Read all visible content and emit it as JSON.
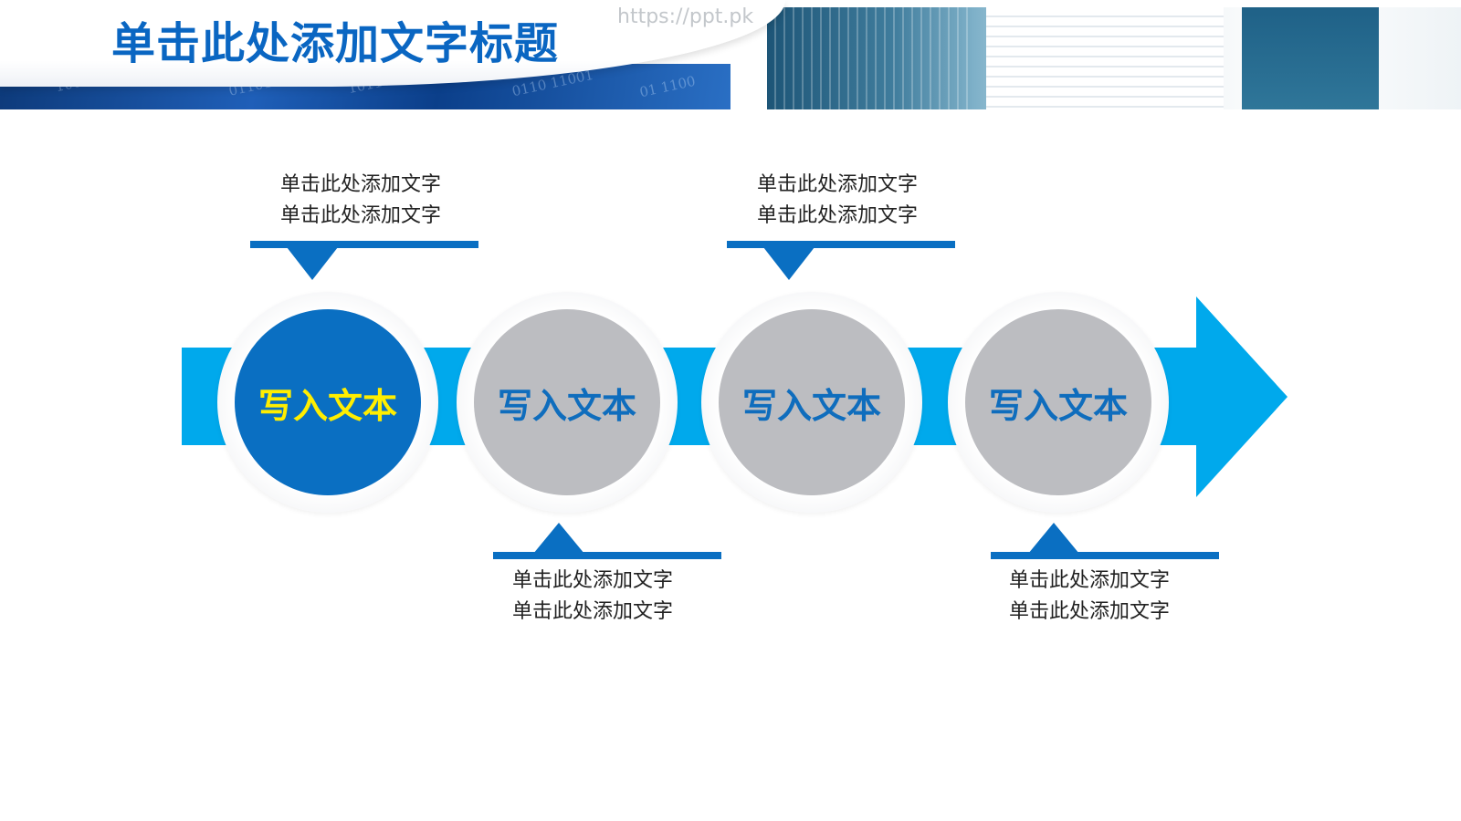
{
  "header": {
    "title": "单击此处添加文字标题",
    "watermark": "https://ppt.pk",
    "accent_color": "#0a66c2"
  },
  "diagram": {
    "arrow_color": "#00a9ec",
    "steps": [
      {
        "label": "写入文本",
        "state": "active",
        "callout_position": "top",
        "callout_lines": [
          "单击此处添加文字",
          "单击此处添加文字"
        ]
      },
      {
        "label": "写入文本",
        "state": "idle",
        "callout_position": "bottom",
        "callout_lines": [
          "单击此处添加文字",
          "单击此处添加文字"
        ]
      },
      {
        "label": "写入文本",
        "state": "idle",
        "callout_position": "top",
        "callout_lines": [
          "单击此处添加文字",
          "单击此处添加文字"
        ]
      },
      {
        "label": "写入文本",
        "state": "idle",
        "callout_position": "bottom",
        "callout_lines": [
          "单击此处添加文字",
          "单击此处添加文字"
        ]
      }
    ],
    "colors": {
      "active_fill": "#0a6fc2",
      "active_text": "#ffee00",
      "idle_fill": "#bcbdc1",
      "idle_text": "#0f6dbd",
      "callout_line": "#0a6fc2"
    }
  }
}
